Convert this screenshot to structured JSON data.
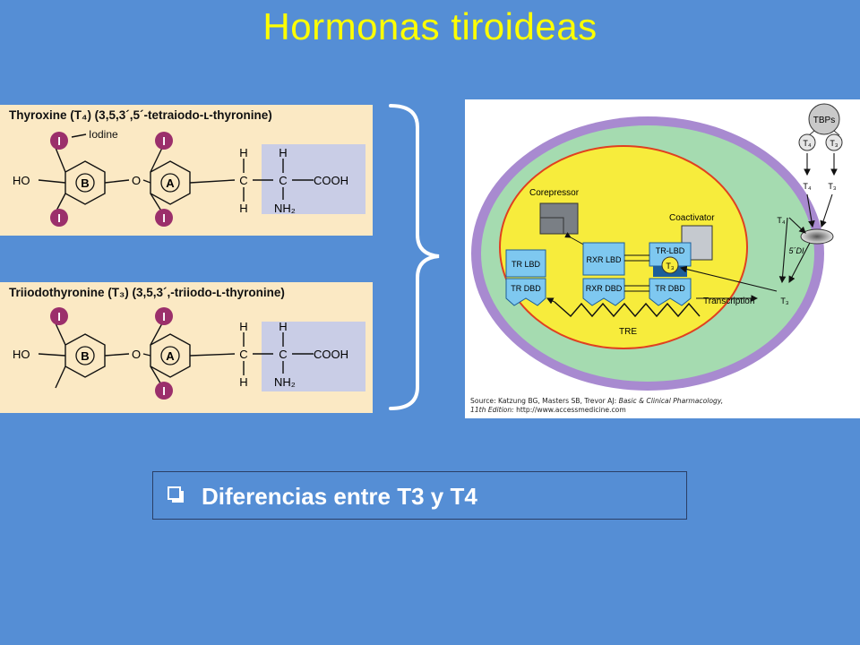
{
  "slide": {
    "title": "Hormonas tiroideas",
    "bullet_text": "Diferencias entre T3 y T4"
  },
  "structures": {
    "t4": {
      "heading": "Thyroxine (T₄) (3,5,3´,5´-tetraiodo-ʟ-thyronine)",
      "iodine_label": "Iodine"
    },
    "t3": {
      "heading": "Triiodothyronine (T₃) (3,5,3´,-triiodo-ʟ-thyronine)"
    },
    "atoms": {
      "iodine": "I",
      "ho": "HO",
      "oxygen": "O",
      "ring_b": "B",
      "ring_a": "A",
      "carbon": "C",
      "hydrogen": "H",
      "cooh": "COOH",
      "nh2": "NH₂"
    }
  },
  "diagram": {
    "tbps": "TBPs",
    "t4": "T₄",
    "t3": "T₃",
    "corepressor": "Corepressor",
    "coactivator": "Coactivator",
    "tr_lbd": "TR LBD",
    "tr_dbd": "TR DBD",
    "rxr_lbd": "RXR LBD",
    "rxr_dbd": "RXR DBD",
    "tr_lbd_bound": "TR-LBD",
    "tr_dbd_right": "TR DBD",
    "t3_bound": "T₃",
    "transcription": "Transcription",
    "deiodinase": "5´DI",
    "tre": "TRE",
    "source_prefix": "Source: Katzung BG, Masters SB, Trevor AJ: ",
    "source_book": "Basic & Clinical Pharmacology,",
    "source_edition": "11th Edition:",
    "source_url": " http://www.accessmedicine.com"
  },
  "colors": {
    "background": "#558ed5",
    "title": "#ffff00",
    "iodine": "#9b2f6b",
    "nucleus": "#f7ec3c",
    "cytoplasm": "#a5dbb0",
    "membrane": "#a88ad0"
  }
}
